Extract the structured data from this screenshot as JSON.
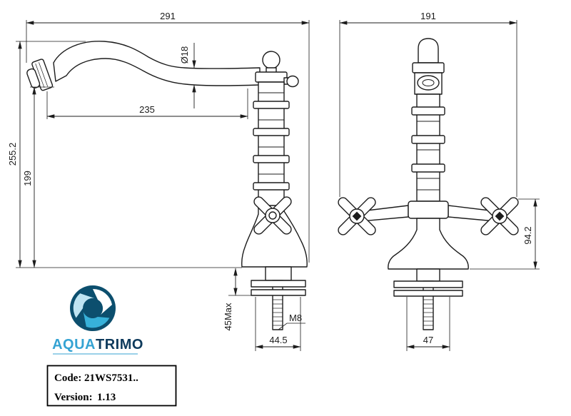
{
  "dimensions": {
    "side": {
      "overall_depth": "291",
      "spout_reach": "235",
      "spout_diameter": "Ø18",
      "overall_height": "255.2",
      "spout_outlet_height": "199",
      "max_deck_thickness": "45Max",
      "thread_size": "M8",
      "base_depth": "44.5"
    },
    "front": {
      "overall_width": "191",
      "handle_to_base_height": "94.2",
      "base_width": "47"
    }
  },
  "branding": {
    "name_primary": "AQUA",
    "name_secondary": "TRIMO"
  },
  "title_block": {
    "code_label": "Code:",
    "code_value": "21WS7531..",
    "version_label": "Version:",
    "version_value": "1.13"
  },
  "colors": {
    "line_color": "#1c1c1c",
    "brand_light_blue": "#35a3d3",
    "brand_dark_blue": "#0e3a5c",
    "logo_navy": "#0c4f6e",
    "logo_cyan": "#37b1d9"
  }
}
